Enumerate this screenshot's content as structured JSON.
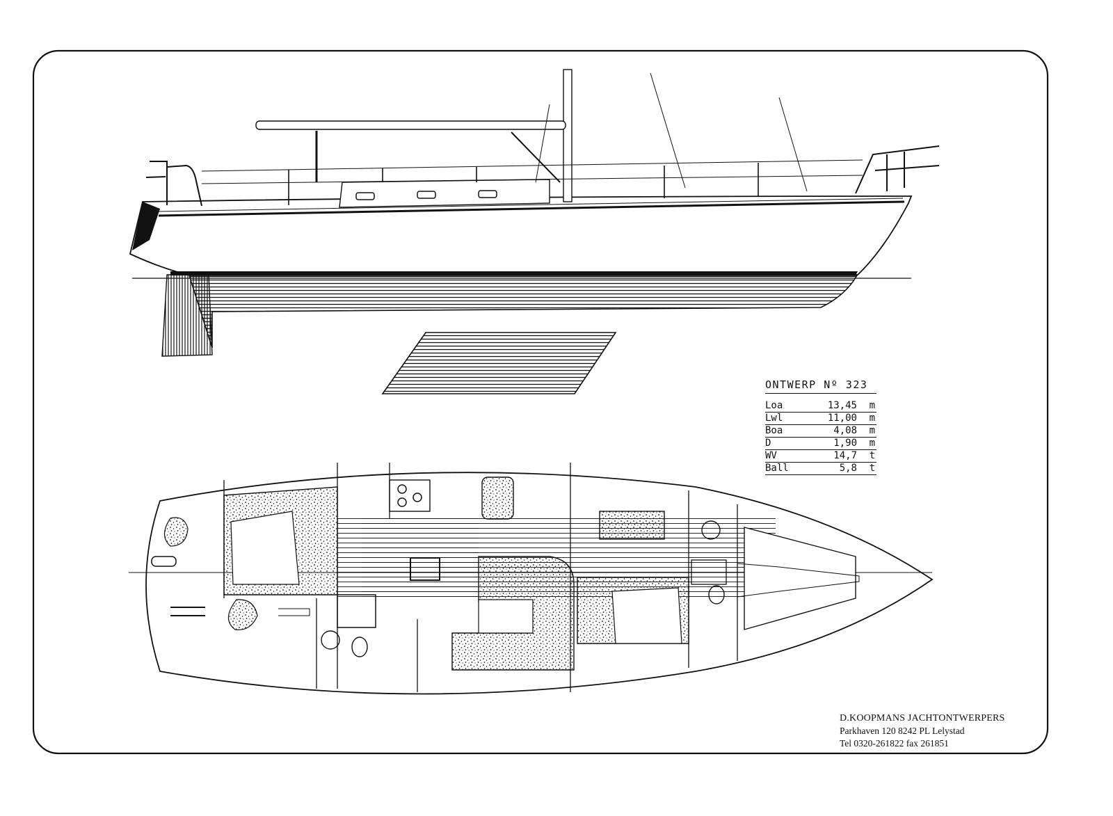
{
  "design": {
    "title": "ONTWERP Nº 323",
    "specs": [
      {
        "label": "Loa",
        "value": "13,45",
        "unit": "m"
      },
      {
        "label": "Lwl",
        "value": "11,00",
        "unit": "m"
      },
      {
        "label": "Boa",
        "value": "4,08",
        "unit": "m"
      },
      {
        "label": "D",
        "value": "1,90",
        "unit": "m"
      },
      {
        "label": "WV",
        "value": "14,7",
        "unit": "t"
      },
      {
        "label": "Ball",
        "value": "5,8",
        "unit": "t"
      }
    ]
  },
  "firm": {
    "name": "D.KOOPMANS JACHTONTWERPERS",
    "address": "Parkhaven 120 8242 PL Lelystad",
    "contact": "Tel 0320-261822 fax 261851"
  },
  "colors": {
    "ink": "#111111",
    "paper": "#ffffff"
  }
}
